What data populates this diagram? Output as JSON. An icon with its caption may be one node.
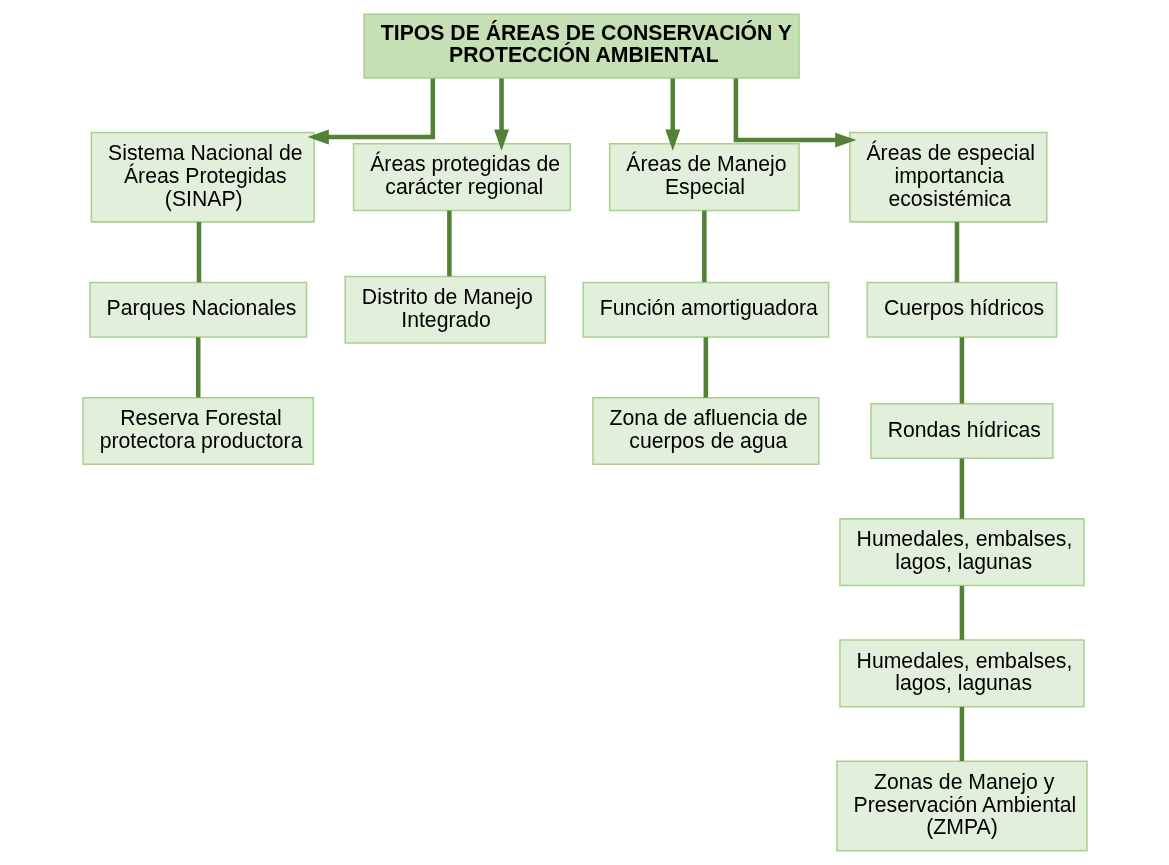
{
  "diagram": {
    "nodes": [
      {
        "text": [
          "TIPOS DE ÁREAS DE CONSERVACIÓN Y PROTECCIÓN AMBIENTAL"
        ]
      },
      {
        "text": [
          "Sistema Nacional de Áreas Protegidas (SINAP)"
        ]
      },
      {
        "text": [
          "Parques Nacionales"
        ]
      },
      {
        "text": [
          "Reserva Forestal protectora productora"
        ]
      },
      {
        "text": [
          "Áreas protegidas de carácter regional"
        ]
      },
      {
        "text": [
          "Distrito de Manejo Integrado"
        ]
      },
      {
        "text": [
          "Áreas de Manejo Especial"
        ]
      },
      {
        "text": [
          "Función amortiguadora"
        ]
      },
      {
        "text": [
          "Zona de afluencia de cuerpos de agua"
        ]
      },
      {
        "text": [
          "Áreas de especial importancia ecosistémica"
        ]
      },
      {
        "text": [
          "Cuerpos hídricos"
        ]
      },
      {
        "text": [
          "Rondas hídricas"
        ]
      },
      {
        "text": [
          "Humedales, embalses, lagos, lagunas"
        ]
      },
      {
        "text": [
          "Humedales, embalses, lagos, lagunas"
        ]
      },
      {
        "text": [
          "Zonas de Manejo y Preservación Ambiental (ZMPA)"
        ]
      }
    ],
    "edges": [
      {
        "from": 0,
        "to": 1,
        "arrow": "to"
      },
      {
        "from": 0,
        "to": 4,
        "arrow": "to"
      },
      {
        "from": 0,
        "to": 6,
        "arrow": "to"
      },
      {
        "from": 0,
        "to": 9,
        "arrow": "to"
      },
      {
        "from": 1,
        "to": 2,
        "arrow": "none"
      },
      {
        "from": 2,
        "to": 3,
        "arrow": "none"
      },
      {
        "from": 4,
        "to": 5,
        "arrow": "none"
      },
      {
        "from": 6,
        "to": 7,
        "arrow": "none"
      },
      {
        "from": 7,
        "to": 8,
        "arrow": "none"
      },
      {
        "from": 9,
        "to": 10,
        "arrow": "none"
      },
      {
        "from": 10,
        "to": 11,
        "arrow": "none"
      },
      {
        "from": 11,
        "to": 12,
        "arrow": "none"
      },
      {
        "from": 12,
        "to": 13,
        "arrow": "none"
      },
      {
        "from": 13,
        "to": 14,
        "arrow": "none"
      }
    ]
  }
}
